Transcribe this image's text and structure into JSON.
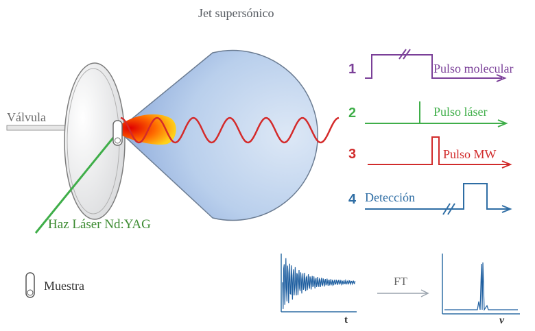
{
  "labels": {
    "jet": "Jet supersónico",
    "valve": "Válvula",
    "laser_beam": "Haz Láser Nd:YAG",
    "sample": "Muestra",
    "ft": "FT",
    "time_axis": "t",
    "freq_axis": "ν"
  },
  "pulses": [
    {
      "number": "1",
      "label": "Pulso molecular",
      "color": "#7a3f98"
    },
    {
      "number": "2",
      "label": "Pulso láser",
      "color": "#3fae49"
    },
    {
      "number": "3",
      "label": "Pulso MW",
      "color": "#d12b2b"
    },
    {
      "number": "4",
      "label": "Detección",
      "color": "#2e6da4"
    }
  ],
  "colors": {
    "jet_fill": "#a9c3e6",
    "wave": "#d42a2a",
    "laser": "#3fae49",
    "signal": "#1f5fa0",
    "label_gray": "#555a60"
  }
}
